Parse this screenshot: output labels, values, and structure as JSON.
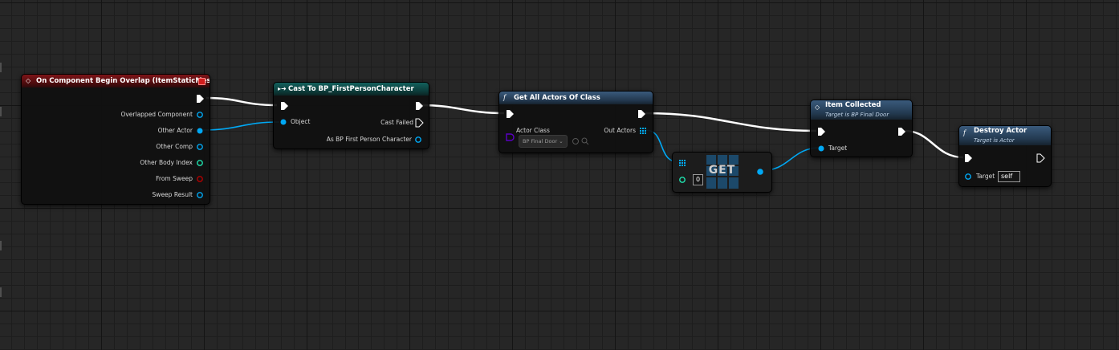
{
  "colors": {
    "exec": "#ffffff",
    "object": "#00a8f4",
    "class": "#5b00c4",
    "integer": "#1fe3af",
    "struct": "#b40000"
  },
  "nodes": {
    "on_overlap": {
      "title": "On Component Begin Overlap (ItemStaticMesh)",
      "icon": "event-diamond-icon",
      "pins": [
        "Overlapped Component",
        "Other Actor",
        "Other Comp",
        "Other Body Index",
        "From Sweep",
        "Sweep Result"
      ]
    },
    "cast": {
      "title": "Cast To BP_FirstPersonCharacter",
      "icon": "cast-arrow-icon",
      "in_object": "Object",
      "out_failed": "Cast Failed",
      "out_as": "As BP First Person Character"
    },
    "get_all": {
      "title": "Get All Actors Of Class",
      "icon": "function-icon",
      "in_class": "Actor Class",
      "class_value": "BP Final Door",
      "out_actors": "Out Actors"
    },
    "get": {
      "title": "GET",
      "index_value": "0"
    },
    "item_collected": {
      "title": "Item Collected",
      "subtitle": "Target is BP Final Door",
      "in_target": "Target"
    },
    "destroy": {
      "title": "Destroy Actor",
      "subtitle": "Target is Actor",
      "in_target": "Target",
      "target_value": "self"
    }
  }
}
